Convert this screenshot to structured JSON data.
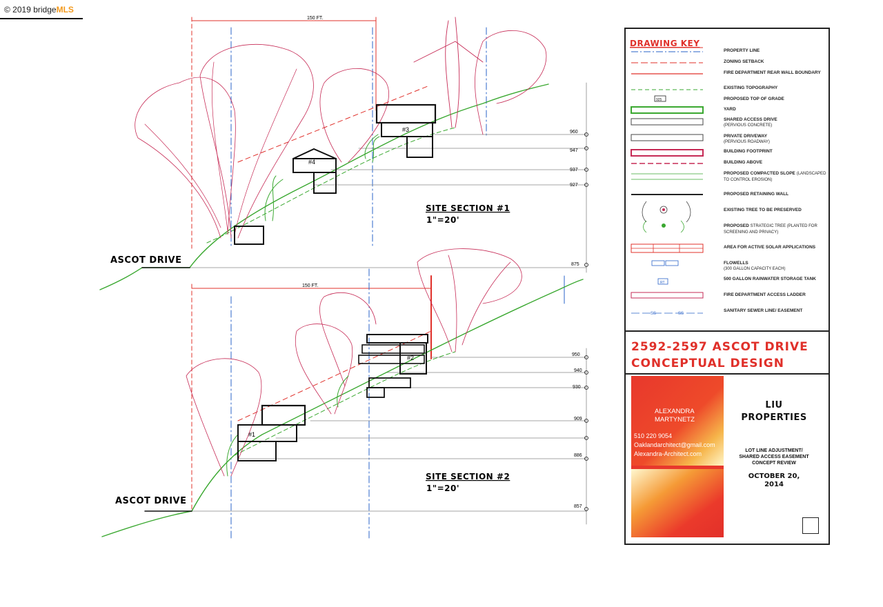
{
  "watermark": {
    "copyright": "© 2019",
    "brand_prefix": "bridge",
    "brand_suffix": "MLS"
  },
  "drawing": {
    "section1": {
      "title": "SITE SECTION #1",
      "scale": "1\"=20'",
      "road_label": "ASCOT DRIVE",
      "dimension": "150 FT.",
      "houses": [
        "#4",
        "#3"
      ],
      "elevations": [
        "960",
        "947",
        "937",
        "927",
        "875"
      ]
    },
    "section2": {
      "title": "SITE SECTION #2",
      "scale": "1\"=20'",
      "road_label": "ASCOT DRIVE",
      "dimension": "150 FT.",
      "houses": [
        "#1",
        "#2"
      ],
      "elevations": [
        "950",
        "940",
        "930",
        "909",
        "886",
        "857"
      ]
    }
  },
  "drawing_key": {
    "title": "DRAWING KEY",
    "items": [
      {
        "label": "PROPERTY LINE",
        "sub": ""
      },
      {
        "label": "ZONING SETBACK",
        "sub": ""
      },
      {
        "label": "FIRE DEPARTMENT REAR WALL BOUNDARY",
        "sub": ""
      },
      {
        "label": "EXISTING TOPOGRAPHY",
        "sub": ""
      },
      {
        "label": "PROPOSED TOP OF GRADE",
        "sub": ""
      },
      {
        "label": "YARD",
        "sub": ""
      },
      {
        "label": "SHARED ACCESS DRIVE",
        "sub": "(PERVIOUS CONCRETE)"
      },
      {
        "label": "PRIVATE DRIVEWAY",
        "sub": "(PERVIOUS ROADWAY)"
      },
      {
        "label": "BUILDING FOOTPRINT",
        "sub": ""
      },
      {
        "label": "BUILDING ABOVE",
        "sub": ""
      },
      {
        "label": "PROPOSED COMPACTED SLOPE",
        "sub": "(LANDSCAPED TO CONTROL EROSION)"
      },
      {
        "label": "PROPOSED RETAINING WALL",
        "sub": ""
      },
      {
        "label": "EXISTING TREE TO BE PRESERVED",
        "sub": ""
      },
      {
        "label": "PROPOSED",
        "sub": "STRATEGIC TREE (PLANTED FOR SCREENING AND PRIVACY)"
      },
      {
        "label": "AREA FOR ACTIVE SOLAR APPLICATIONS",
        "sub": ""
      },
      {
        "label": "FLOWELLS",
        "sub": "(300 GALLON CAPACITY EACH)"
      },
      {
        "label": "500 GALLON RAINWATER STORAGE TANK",
        "sub": ""
      },
      {
        "label": "FIRE DEPARTMENT ACCESS LADDER",
        "sub": ""
      },
      {
        "label": "SANITARY SEWER LINE/ EASEMENT",
        "sub": ""
      }
    ],
    "symbol_text": {
      "grade": "925",
      "tank": "RT",
      "sewer": "SS"
    }
  },
  "project": {
    "line1": "2592-2597 ASCOT DRIVE",
    "line2": "CONCEPTUAL DESIGN"
  },
  "architect_card": {
    "name1": "ALEXANDRA",
    "name2": "MARTYNETZ",
    "phone": "510 220 9054",
    "email": "Oaklandarchitect@gmail.com",
    "website": "Alexandra-Architect.com"
  },
  "owner": {
    "line1": "LIU",
    "line2": "PROPERTIES"
  },
  "description": {
    "line1": "LOT LINE ADJUSTMENT/",
    "line2": "SHARED ACCESS EASEMENT",
    "line3": "CONCEPT REVIEW"
  },
  "date": {
    "line1": "OCTOBER 20,",
    "line2": "2014"
  },
  "colors": {
    "accent_red": "#e0302a",
    "topo_green": "#3aa830",
    "property_blue": "#2a63c9",
    "tree_red": "#c62a55"
  }
}
